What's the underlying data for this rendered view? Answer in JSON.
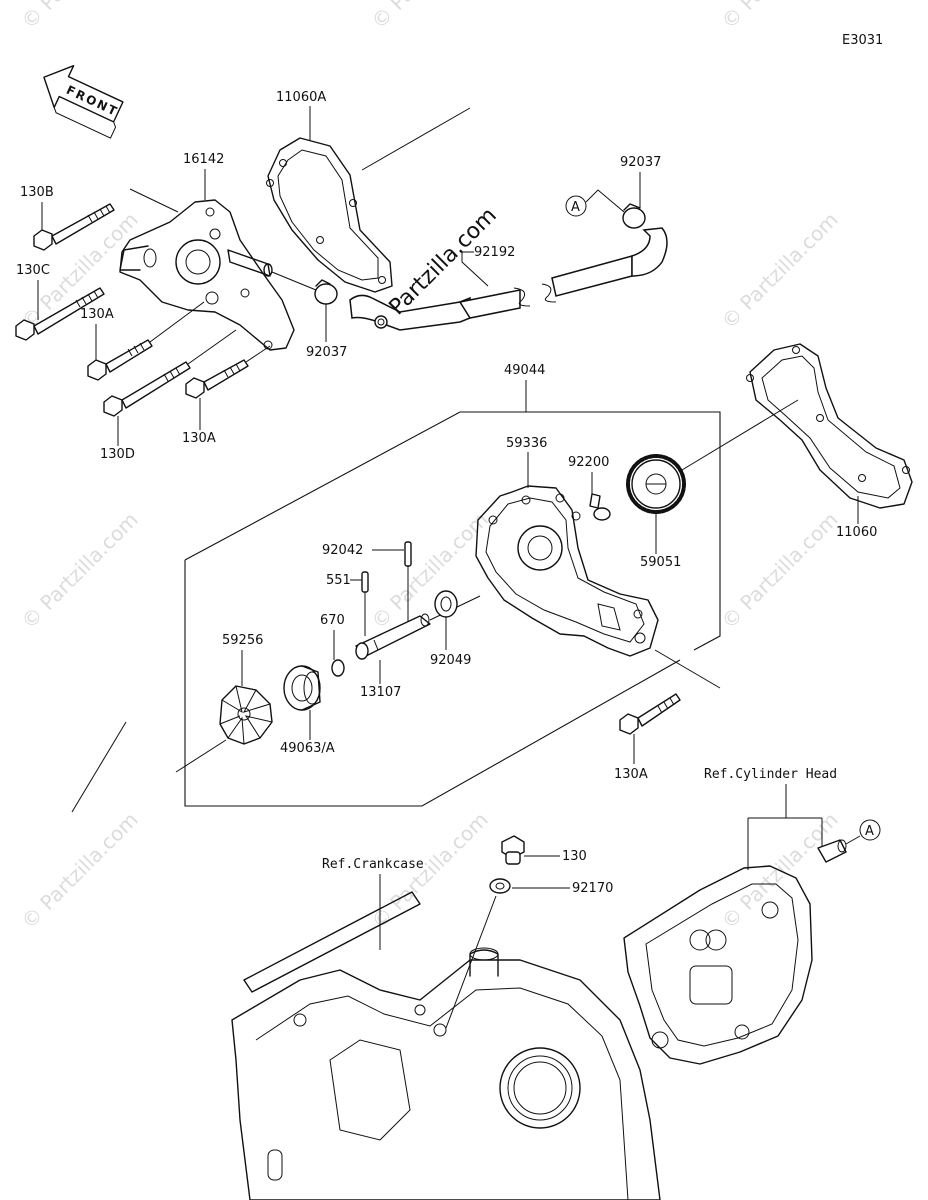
{
  "diagram_code": "E3031",
  "front_label": "FRONT",
  "watermark": "© Partzilla.com",
  "watermark_main": "Partzilla.com",
  "connector_mark": "A",
  "parts": {
    "p11060A": "11060A",
    "p16142": "16142",
    "p130B": "130B",
    "p130C": "130C",
    "p130A_top": "130A",
    "p130D": "130D",
    "p130A_mid": "130A",
    "p92037_right": "92037",
    "p92037_left": "92037",
    "p92192": "92192",
    "p49044": "49044",
    "p59336": "59336",
    "p92200": "92200",
    "p59051": "59051",
    "p11060": "11060",
    "p92042": "92042",
    "p551": "551",
    "p670": "670",
    "p59256": "59256",
    "p13107": "13107",
    "p92049": "92049",
    "p49063A": "49063/A",
    "p130A_low": "130A",
    "p130": "130",
    "p92170": "92170"
  },
  "refs": {
    "cylinder_head": "Ref.Cylinder Head",
    "crankcase": "Ref.Crankcase"
  }
}
